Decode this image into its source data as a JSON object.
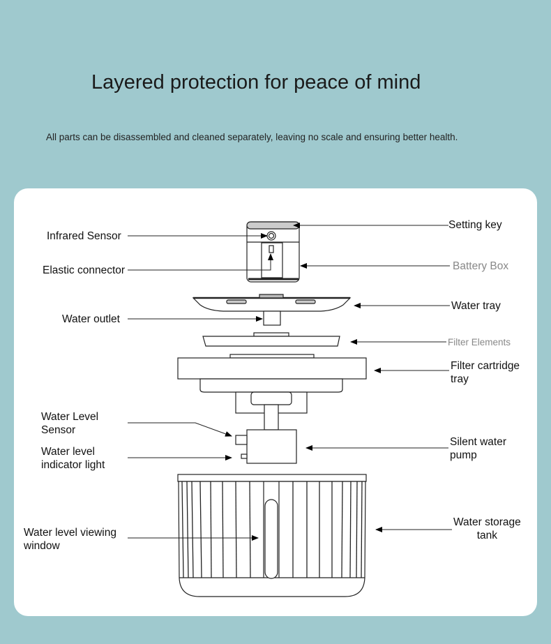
{
  "header": {
    "title": "Layered protection for peace of mind",
    "subtitle": "All parts can be disassembled and cleaned separately, leaving no scale and ensuring better health."
  },
  "labels": {
    "infrared_sensor": "Infrared Sensor",
    "elastic_connector": "Elastic connector",
    "setting_key": "Setting key",
    "battery_box": "Battery Box",
    "water_tray": "Water tray",
    "water_outlet": "Water outlet",
    "filter_elements": "Filter Elements",
    "filter_cartridge_tray_1": "Filter cartridge",
    "filter_cartridge_tray_2": "tray",
    "water_level_sensor_1": "Water Level",
    "water_level_sensor_2": "Sensor",
    "indicator_light_1": "Water level",
    "indicator_light_2": "indicator light",
    "silent_pump_1": "Silent water",
    "silent_pump_2": "pump",
    "viewing_window_1": "Water level viewing",
    "viewing_window_2": "window",
    "storage_tank_1": "Water storage",
    "storage_tank_2": "tank"
  }
}
